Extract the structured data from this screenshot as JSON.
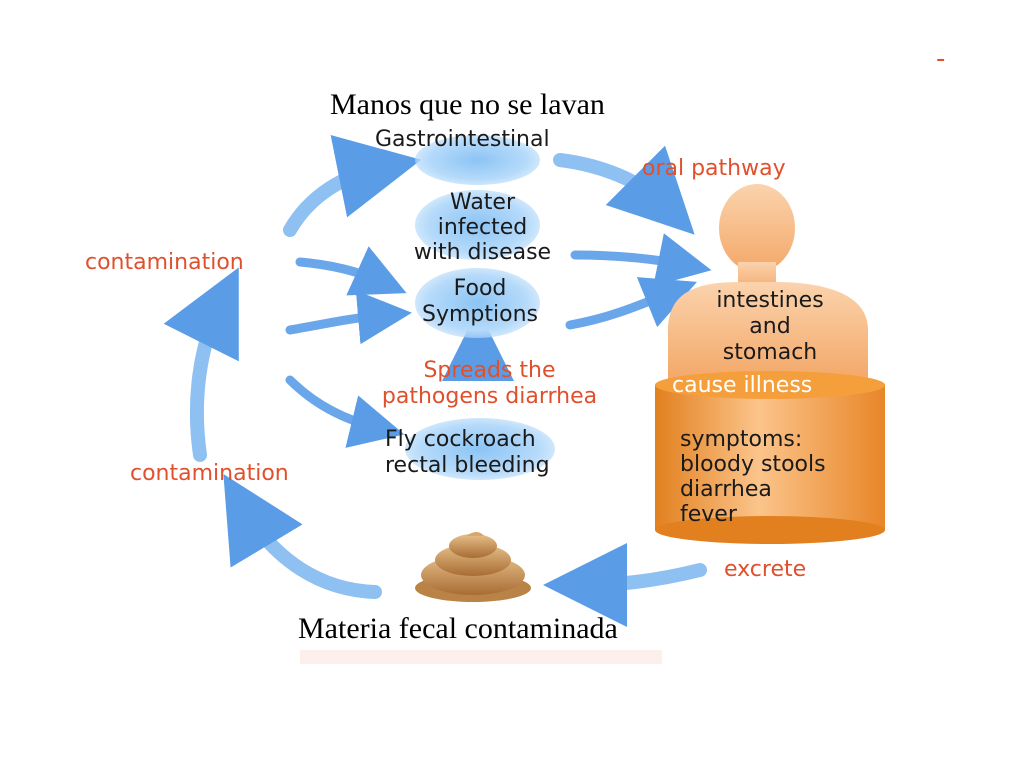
{
  "title_top": "Manos  que no se lavan",
  "title_bottom": "Materia fecal contaminada",
  "corner_mark": "-",
  "center_items": {
    "gastro": "Gastrointestinal",
    "water": [
      "Water",
      "infected",
      "with disease"
    ],
    "food": [
      "Food",
      "Symptions"
    ],
    "fly": [
      "Fly cockroach",
      "rectal bleeding"
    ]
  },
  "red_labels": {
    "oral_pathway": "oral pathway",
    "contamination_upper": "contamination",
    "contamination_lower": "contamination",
    "spreads": [
      "Spreads the",
      "pathogens diarrhea"
    ],
    "excrete": "excrete"
  },
  "body": {
    "organs": [
      "intestines",
      "and",
      "stomach"
    ],
    "illness_label": "cause illness",
    "symptoms": [
      "symptoms:",
      "bloody stools",
      "diarrhea",
      "fever"
    ]
  },
  "colors": {
    "arrow_blue": "#5b9ce6",
    "label_red": "#e0502c",
    "body_orange": "#f1a25b",
    "cylinder_orange": "#f29a3a",
    "blob_blue": "#9ccbf6",
    "feces_brown": "#c08a4e"
  },
  "icons": [
    "human-body-silhouette-icon",
    "feces-icon"
  ]
}
